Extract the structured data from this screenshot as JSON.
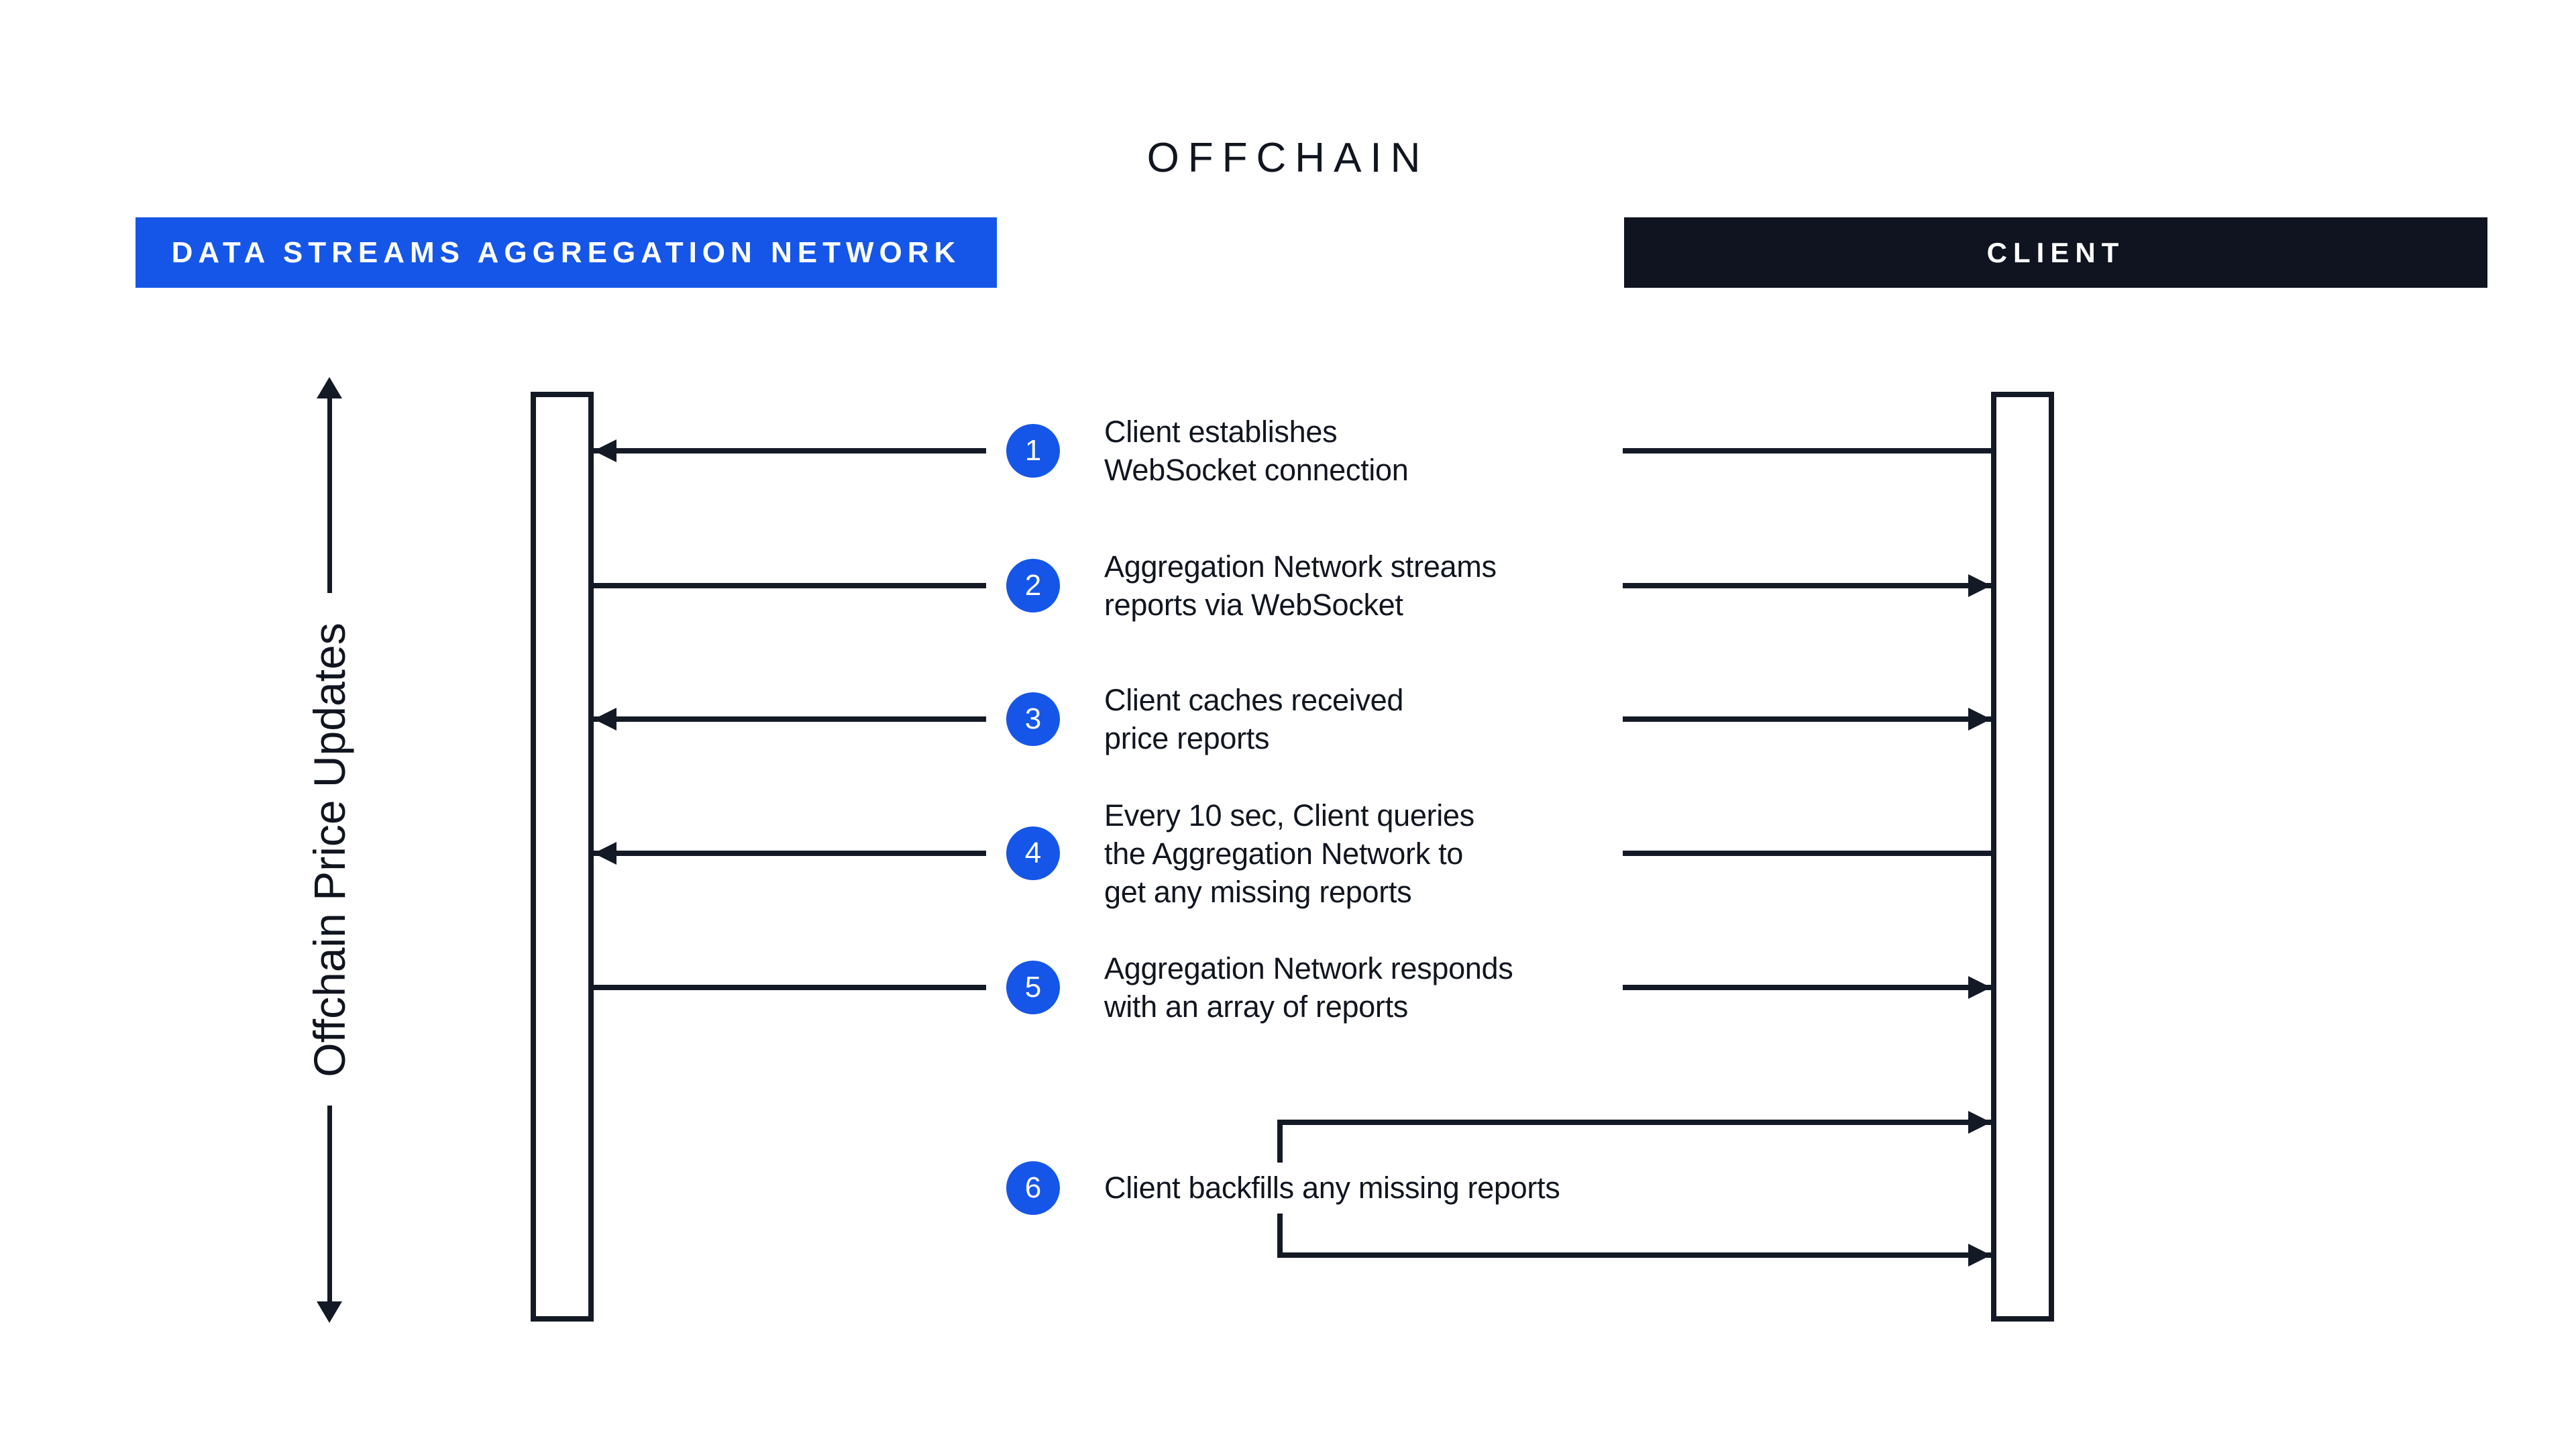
{
  "title": "OFFCHAIN",
  "participants": {
    "network": {
      "label": "DATA STREAMS AGGREGATION NETWORK",
      "color": "#1556E8"
    },
    "client": {
      "label": "CLIENT",
      "color": "#0F1420"
    }
  },
  "axis": {
    "label": "Offchain Price Updates"
  },
  "steps": [
    {
      "num": "1",
      "lines": [
        "Client establishes",
        "WebSocket connection"
      ],
      "arrow": "client-to-network"
    },
    {
      "num": "2",
      "lines": [
        "Aggregation Network streams",
        "reports via WebSocket"
      ],
      "arrow": "network-to-client"
    },
    {
      "num": "3",
      "lines": [
        "Client caches received",
        "price reports"
      ],
      "arrow": "both-directions"
    },
    {
      "num": "4",
      "lines": [
        "Every 10 sec, Client queries",
        "the Aggregation Network to",
        "get any missing reports"
      ],
      "arrow": "client-to-network"
    },
    {
      "num": "5",
      "lines": [
        "Aggregation Network responds",
        "with an array of reports"
      ],
      "arrow": "network-to-client"
    },
    {
      "num": "6",
      "lines": [
        "Client backfills any missing reports"
      ],
      "arrow": "client-self"
    }
  ],
  "colors": {
    "accent_blue": "#1556E8",
    "dark_navy": "#0F1420",
    "line": "#141926"
  }
}
